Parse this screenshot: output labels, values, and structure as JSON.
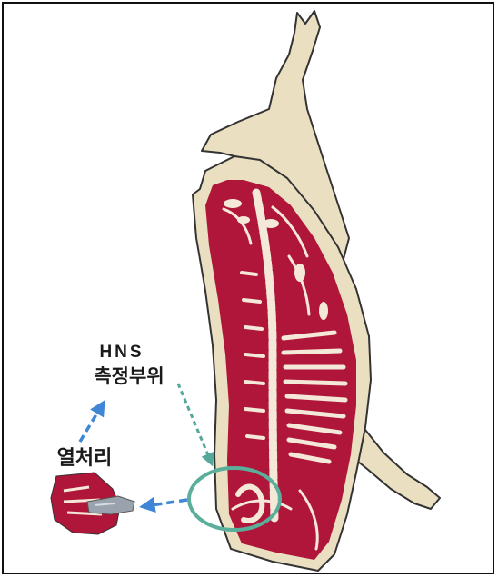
{
  "labels": {
    "hns": "HNS",
    "measure_site": "측정부위",
    "heat_treatment": "열처리"
  },
  "colors": {
    "fat": "#EADFC0",
    "meat": "#B0153A",
    "outline": "#333333",
    "circle": "#5AAE9A",
    "arrow_blue": "#3F86D6",
    "arrow_teal": "#57A79A"
  }
}
